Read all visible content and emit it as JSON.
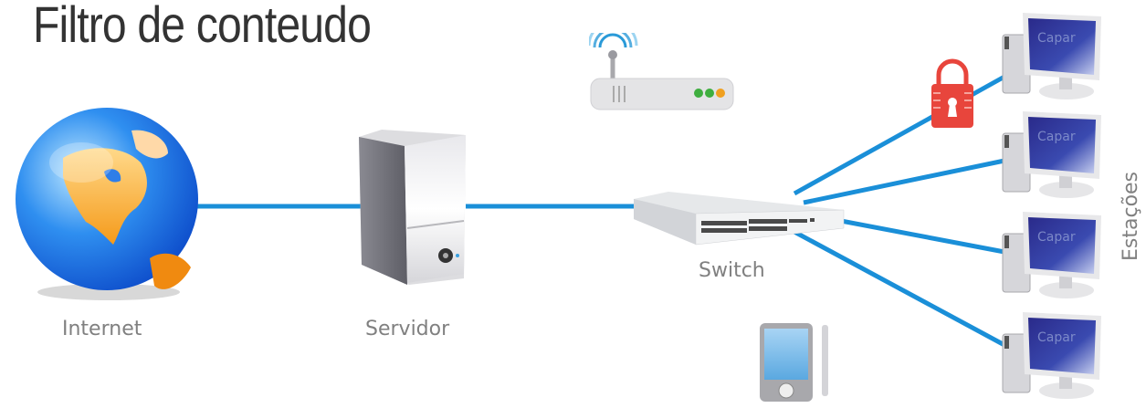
{
  "title": "Filtro de conteudo",
  "nodes": {
    "internet": {
      "label": "Internet",
      "icon": "globe-icon"
    },
    "server": {
      "label": "Servidor",
      "icon": "server-icon"
    },
    "switch": {
      "label": "Switch",
      "icon": "switch-icon"
    },
    "router": {
      "icon": "wifi-router-icon",
      "leds": [
        "#3fae3f",
        "#3fae3f",
        "#f0a020"
      ]
    },
    "lock": {
      "icon": "padlock-icon"
    },
    "tablet": {
      "icon": "tablet-icon"
    },
    "stations_label": "Estações",
    "stations": [
      {
        "icon": "workstation-icon",
        "screen_text": "Capar"
      },
      {
        "icon": "workstation-icon",
        "screen_text": "Capar"
      },
      {
        "icon": "workstation-icon",
        "screen_text": "Capar"
      },
      {
        "icon": "workstation-icon",
        "screen_text": "Capar"
      }
    ]
  },
  "colors": {
    "link": "#1a8fd8",
    "title": "#333333",
    "label": "#808080",
    "lock": "#e8453c"
  }
}
